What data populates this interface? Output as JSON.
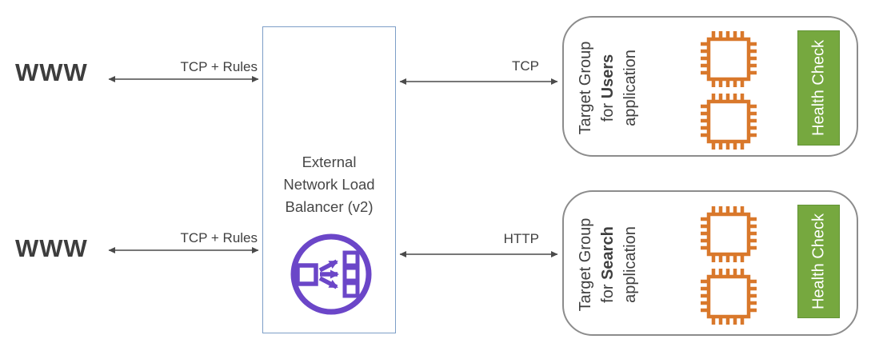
{
  "clients": {
    "top": "WWW",
    "bottom": "WWW"
  },
  "arrows": {
    "client_top_label": "TCP + Rules",
    "client_bottom_label": "TCP + Rules",
    "users_label": "TCP",
    "search_label": "HTTP"
  },
  "load_balancer": {
    "title_lines": [
      "External",
      "Network Load",
      "Balancer (v2)"
    ],
    "icon": "load-balancer-icon"
  },
  "target_groups": [
    {
      "name_line1": "Target Group",
      "name_line2_prefix": "for ",
      "name_line2_app": "Users",
      "name_line3": "application",
      "health_badge": "Health Check",
      "instance_count": 2,
      "instance_icon": "server-chip-icon",
      "protocol": "TCP"
    },
    {
      "name_line1": "Target Group",
      "name_line2_prefix": "for ",
      "name_line2_app": "Search",
      "name_line3": "application",
      "health_badge": "Health Check",
      "instance_count": 2,
      "instance_icon": "server-chip-icon",
      "protocol": "HTTP"
    }
  ],
  "colors": {
    "chip_orange": "#d9782b",
    "health_green": "#76a83f",
    "lb_purple": "#6b46c8",
    "lb_box_border": "#7d9ec7",
    "group_border": "#8c8c8c",
    "text_gray": "#3f3f3f",
    "arrow_gray": "#4a4a4a"
  }
}
